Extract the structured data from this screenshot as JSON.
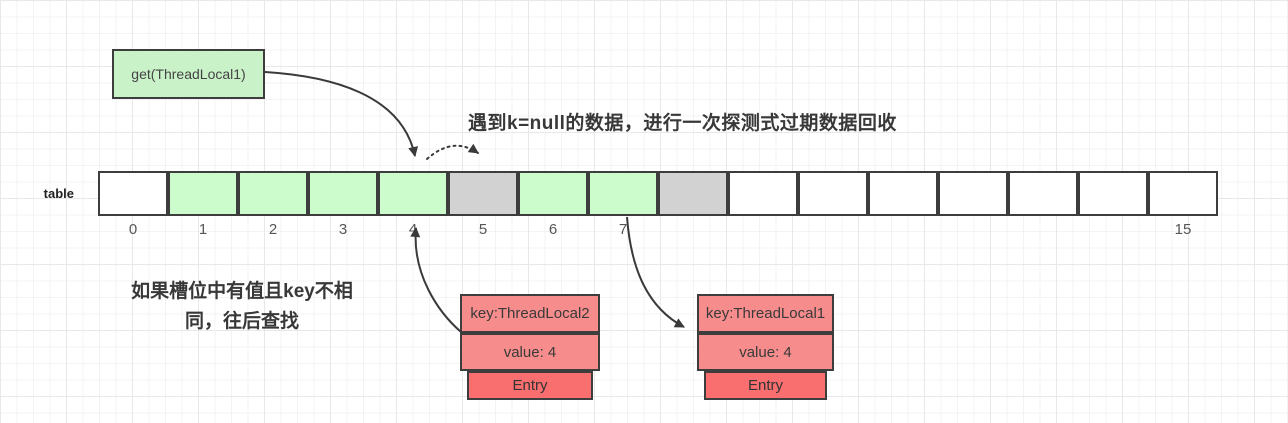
{
  "get_box": {
    "label": "get(ThreadLocal1)"
  },
  "annotations": {
    "top": "遇到k=null的数据，进行一次探测式过期数据回收",
    "left_line1": "如果槽位中有值且key不相",
    "left_line2": "同，往后查找"
  },
  "table": {
    "label": "table",
    "cells": [
      {
        "index": 0,
        "state": "empty",
        "label": "0"
      },
      {
        "index": 1,
        "state": "occupied",
        "label": "1"
      },
      {
        "index": 2,
        "state": "occupied",
        "label": "2"
      },
      {
        "index": 3,
        "state": "occupied",
        "label": "3"
      },
      {
        "index": 4,
        "state": "occupied",
        "label": "4"
      },
      {
        "index": 5,
        "state": "expired",
        "label": "5"
      },
      {
        "index": 6,
        "state": "occupied",
        "label": "6"
      },
      {
        "index": 7,
        "state": "occupied",
        "label": "7"
      },
      {
        "index": 8,
        "state": "expired",
        "label": ""
      },
      {
        "index": 9,
        "state": "empty",
        "label": ""
      },
      {
        "index": 10,
        "state": "empty",
        "label": ""
      },
      {
        "index": 11,
        "state": "empty",
        "label": ""
      },
      {
        "index": 12,
        "state": "empty",
        "label": ""
      },
      {
        "index": 13,
        "state": "empty",
        "label": ""
      },
      {
        "index": 14,
        "state": "empty",
        "label": ""
      },
      {
        "index": 15,
        "state": "empty",
        "label": "15"
      }
    ]
  },
  "entries": [
    {
      "key_label": "key:ThreadLocal2",
      "value_label": "value: 4",
      "type_label": "Entry"
    },
    {
      "key_label": "key:ThreadLocal1",
      "value_label": "value: 4",
      "type_label": "Entry"
    }
  ],
  "colors": {
    "occupied_green": "#ccfbcc",
    "expired_gray": "#d2d2d2",
    "get_box_green": "#c9f2c9",
    "entry_pink": "#f78c8c",
    "entry_red": "#f96e6e",
    "border_dark": "#3d3d3d",
    "arrow_dark": "#3a3a3a"
  }
}
